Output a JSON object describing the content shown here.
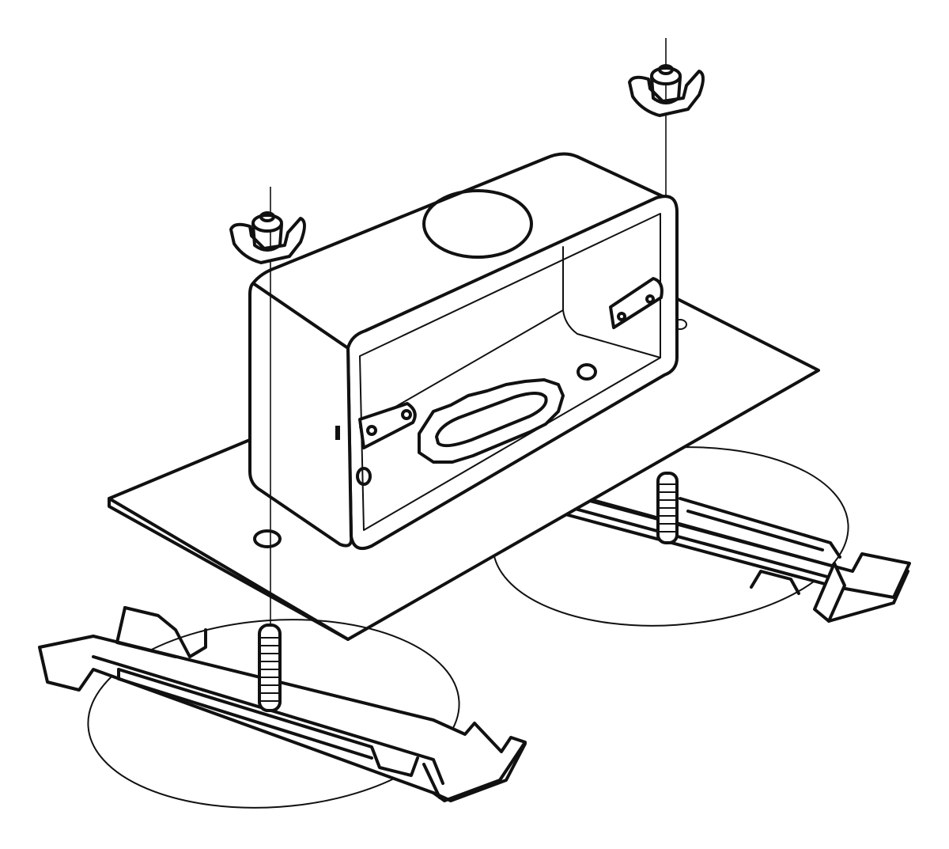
{
  "diagram": {
    "kind": "exploded-assembly-illustration",
    "line_color": "#111111",
    "background": "#ffffff",
    "parts": {
      "electrical_box": "electrical-box",
      "mounting_plate": "mounting-plate",
      "wing_nuts": [
        "wing-nut",
        "wing-nut"
      ],
      "threaded_studs": [
        "threaded-stud",
        "threaded-stud"
      ],
      "channel_brackets": [
        "channel-bracket",
        "channel-bracket"
      ],
      "ceiling_cutouts": [
        "ceiling-cutout-outline",
        "ceiling-cutout-outline"
      ]
    }
  }
}
